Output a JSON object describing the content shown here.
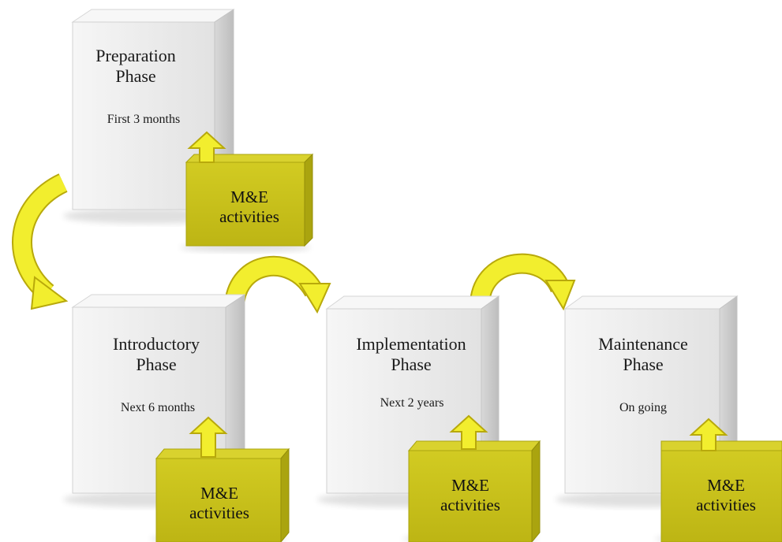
{
  "phases": [
    {
      "title": "Preparation Phase",
      "duration": "First 3 months"
    },
    {
      "title": "Introductory Phase",
      "duration": "Next 6 months"
    },
    {
      "title": "Implementation Phase",
      "duration": "Next 2 years"
    },
    {
      "title": "Maintenance Phase",
      "duration": "On going"
    }
  ],
  "me_label": "M&E activities",
  "colors": {
    "box_face": "#ececec",
    "box_side": "#cfcfcf",
    "me_face": "#c7c019",
    "me_side": "#aaa40f",
    "arrow_fill": "#f2ee2e",
    "arrow_stroke": "#b8a90b"
  }
}
